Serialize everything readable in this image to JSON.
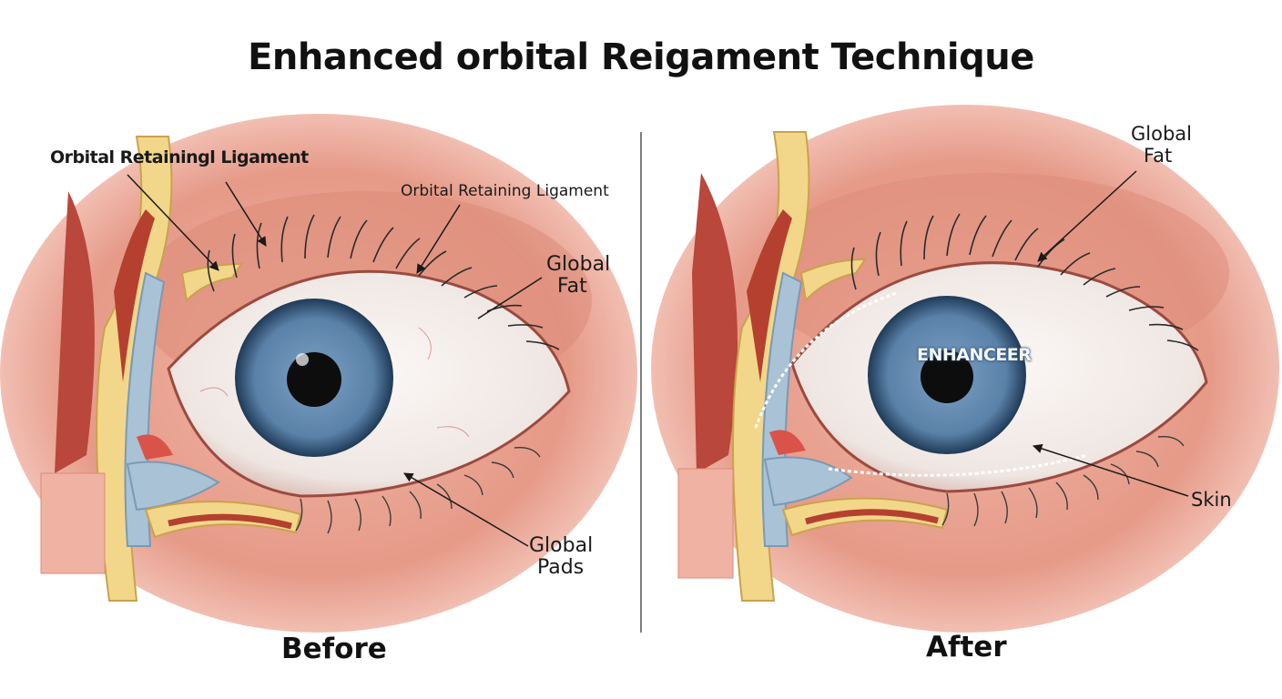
{
  "title": "Enhanced orbital Reigament Technique",
  "before": {
    "caption": "Before",
    "labels": {
      "orl_bold": "Orbital Retainingl Ligament",
      "orl_regular": "Orbital Retaining Ligament",
      "fat_line1": "Global",
      "fat_line2": "Fat",
      "pads_line1": "Global",
      "pads_line2": "Pads"
    }
  },
  "after": {
    "caption": "After",
    "labels": {
      "fat_line1": "Global",
      "fat_line2": "Fat",
      "skin": "Skin",
      "iris_text": "ENHANCEER"
    }
  },
  "colors": {
    "skin": "#e9a090",
    "skin_dark": "#b9473c",
    "iris": "#5f86ad",
    "iris_dark": "#1f3a57",
    "sclera": "#f5f1ee",
    "bone": "#f2d78a",
    "membrane": "#a9c2d6",
    "muscle": "#b5402f",
    "suture": "#ffffff"
  }
}
